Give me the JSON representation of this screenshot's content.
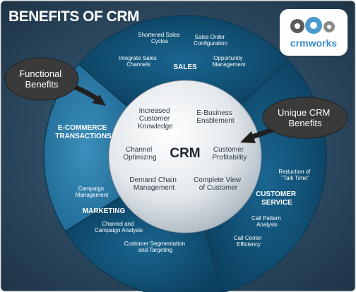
{
  "title": "BENEFITS OF CRM",
  "logo": {
    "text": "crmworks",
    "icon": "gears-icon"
  },
  "center": {
    "label": "CRM",
    "items": [
      "Increased Customer Knowledge",
      "E-Business Enablement",
      "Channel Optimizing",
      "Customer Profitability",
      "Demand Chain Management",
      "Complete View of Customer"
    ]
  },
  "callouts": {
    "functional": "Functional Benefits",
    "unique": "Unique CRM Benefits"
  },
  "segments": {
    "sales": {
      "heading": "SALES",
      "items": [
        "Shortened Sales Cycles",
        "Sales Order Configuration",
        "Integrate Sales Channels",
        "Opportunity Management"
      ]
    },
    "ecommerce": {
      "heading": "E-COMMERCE TRANSACTIONS"
    },
    "marketing": {
      "heading": "MARKETING",
      "items": [
        "Campaign Management",
        "Channel and Campaign Analysis",
        "Customer Segmentation and Targeting"
      ]
    },
    "customer_service": {
      "heading": "CUSTOMER SERVICE",
      "items": [
        "Reduction of \"Talk Time\"",
        "Call Pattern Analysis",
        "Call Center Efficiency"
      ]
    }
  },
  "colors": {
    "background": "#2e4d66",
    "ring_dark": "#0f4e72",
    "ring_light": "#2a78a4",
    "center": "#e6ebef",
    "callout": "#3a3a3a"
  }
}
